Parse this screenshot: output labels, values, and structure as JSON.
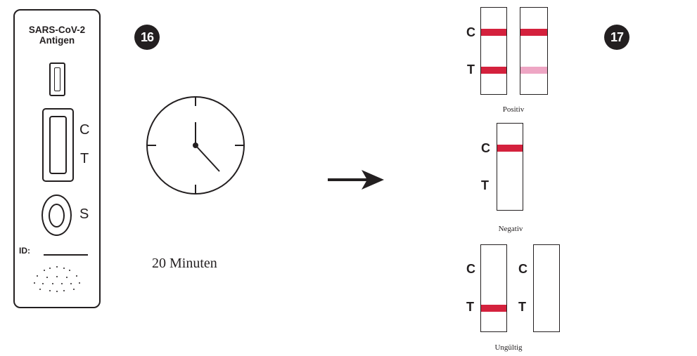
{
  "step16": {
    "badge": "16",
    "cassette": {
      "title_line1": "SARS-CoV-2",
      "title_line2": "Antigen",
      "label_c": "C",
      "label_t": "T",
      "label_s": "S",
      "id_label": "ID:"
    },
    "timer_caption": "20 Minuten",
    "icons": [
      "clock-icon",
      "arrow-right-icon"
    ]
  },
  "step17": {
    "badge": "17",
    "results": [
      {
        "caption": "Positiv",
        "strips": [
          {
            "c_line": "red",
            "t_line": "red"
          },
          {
            "c_line": "red",
            "t_line": "pink"
          }
        ]
      },
      {
        "caption": "Negativ",
        "strips": [
          {
            "c_line": "red",
            "t_line": "none"
          }
        ]
      },
      {
        "caption": "Ungültig",
        "strips": [
          {
            "c_line": "none",
            "t_line": "red"
          },
          {
            "c_line": "none",
            "t_line": "none"
          }
        ]
      }
    ],
    "label_c": "C",
    "label_t": "T"
  },
  "colors": {
    "control_line": "#d4213d",
    "weak_test_line": "#eea6c4",
    "ink": "#231f20"
  }
}
